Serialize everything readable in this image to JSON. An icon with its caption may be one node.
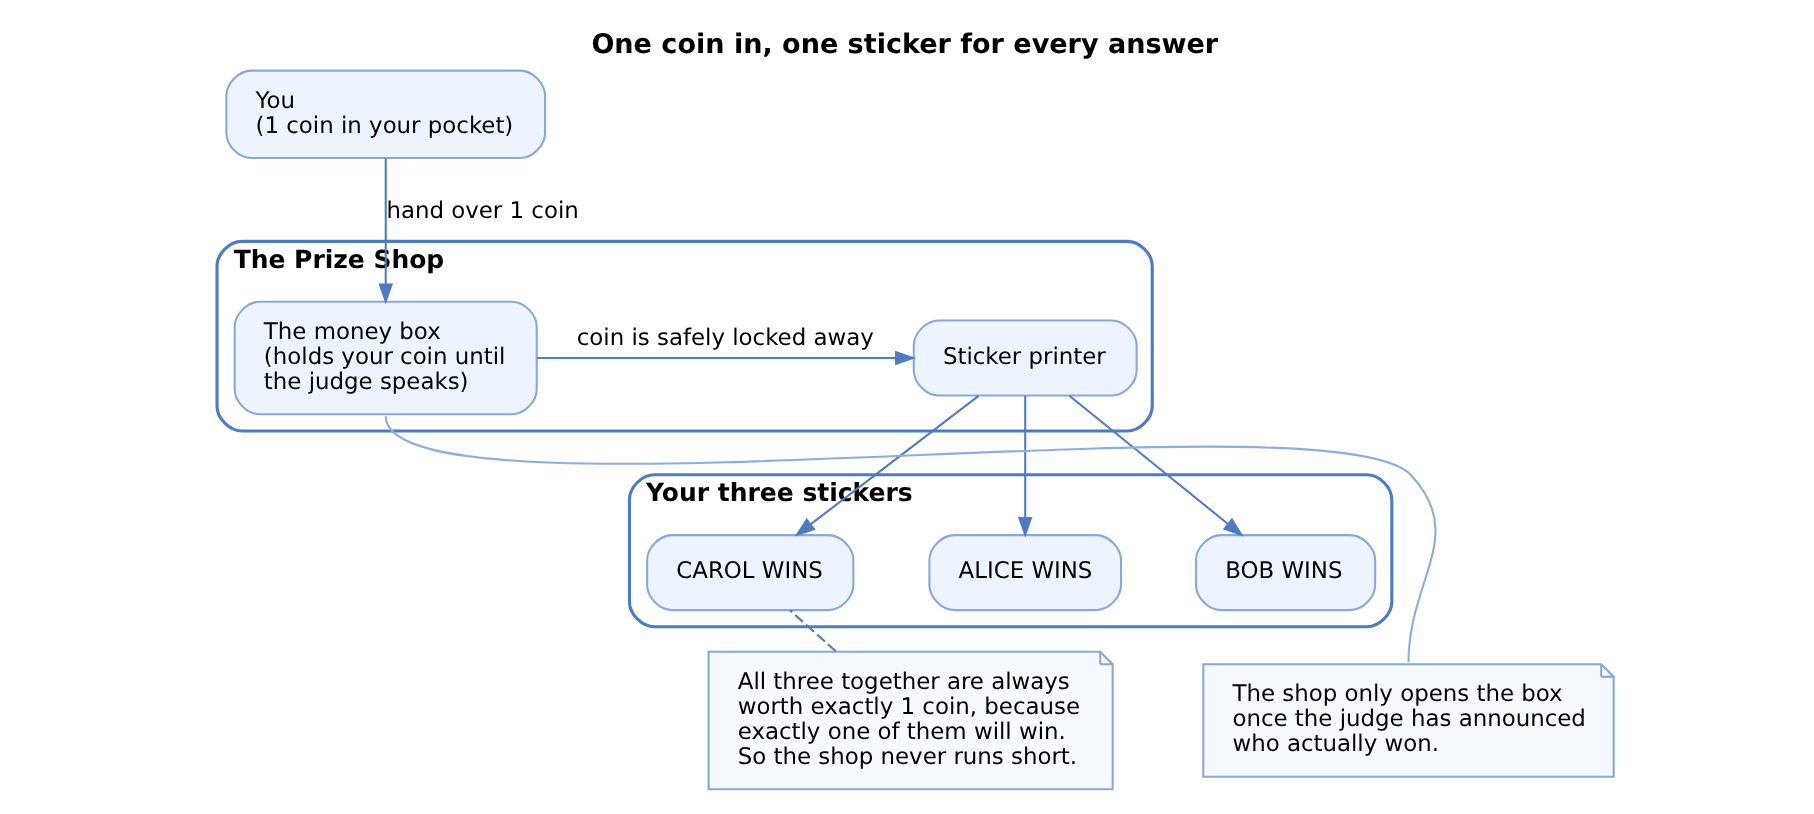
{
  "diagram": {
    "title": "One coin in, one sticker for every answer",
    "nodes": [
      {
        "text": [
          "You",
          "(1 coin in your pocket)"
        ]
      },
      {
        "text": [
          "The Prize Shop"
        ]
      },
      {
        "text": [
          "The money box",
          "(holds your coin until the judge speaks)"
        ],
        "in": 1
      },
      {
        "text": [
          "Sticker printer"
        ],
        "in": 1
      },
      {
        "text": [
          "Your three stickers"
        ]
      },
      {
        "text": [
          "CAROL WINS"
        ],
        "in": 4
      },
      {
        "text": [
          "ALICE WINS"
        ],
        "in": 4
      },
      {
        "text": [
          "BOB WINS"
        ],
        "in": 4
      },
      {
        "text": [
          "The shop only opens the box once the judge has announced who actually won."
        ]
      },
      {
        "text": [
          "All three together are always worth exactly 1 coin, because exactly one of them will win. So the shop never runs short."
        ]
      }
    ],
    "edges": [
      {
        "from": 0,
        "to": 2,
        "arrow": "to",
        "label": "hand over 1 coin"
      },
      {
        "from": 2,
        "to": 3,
        "arrow": "to",
        "label": "coin is safely locked away"
      },
      {
        "from": 3,
        "to": 5,
        "arrow": "to"
      },
      {
        "from": 3,
        "to": 6,
        "arrow": "to"
      },
      {
        "from": 3,
        "to": 7,
        "arrow": "to"
      },
      {
        "from": 8,
        "to": 2,
        "arrow": "none",
        "color": "#8fadd9"
      },
      {
        "from": 9,
        "to": 5,
        "arrow": "none",
        "style": "dashed"
      }
    ]
  }
}
